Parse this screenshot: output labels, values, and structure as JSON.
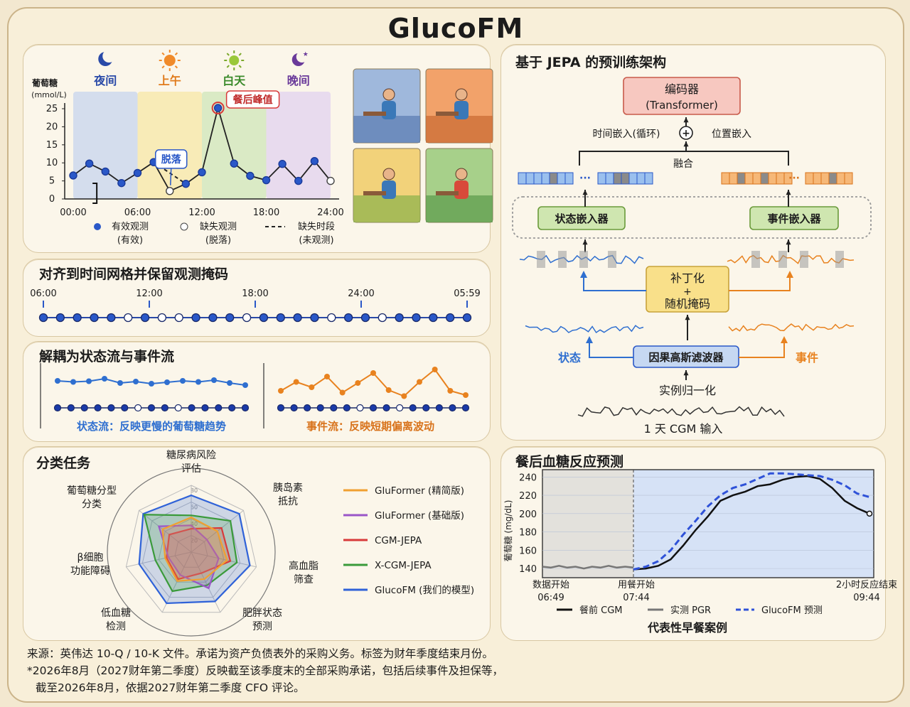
{
  "title": "GlucoFM",
  "panel1": {
    "ylabel_line1": "葡萄糖",
    "ylabel_line2": "(mmol/L)",
    "periods": [
      {
        "label": "夜间",
        "icon": "moon-icon",
        "color": "#2a4aa8"
      },
      {
        "label": "上午",
        "icon": "sunrise-icon",
        "color": "#e07a1a"
      },
      {
        "label": "白天",
        "icon": "sun-icon",
        "color": "#3a8a2a"
      },
      {
        "label": "晚间",
        "icon": "moon-star-icon",
        "color": "#6a3a9a"
      }
    ],
    "yticks": [
      "25",
      "20",
      "15",
      "10",
      "5",
      "0"
    ],
    "xticks": [
      "00:00",
      "06:00",
      "12:00",
      "18:00",
      "24:00"
    ],
    "annotation_peak": "餐后峰值",
    "annotation_drop": "脱落",
    "legend": [
      {
        "line1": "有效观测",
        "line2": "(有效)"
      },
      {
        "line1": "缺失观测",
        "line2": "(脱落)"
      },
      {
        "line1": "缺失时段",
        "line2": "(未观测)"
      }
    ],
    "scenes": [
      "night-eating-scene-icon",
      "breakfast-scene-icon",
      "desk-work-scene-icon",
      "running-scene-icon"
    ]
  },
  "chart_data": {
    "type": "line",
    "x_hours": [
      0,
      1.5,
      3,
      4.5,
      6,
      7.5,
      9,
      10.5,
      12,
      13.5,
      15,
      16.5,
      18,
      19.5,
      21,
      22.5,
      24
    ],
    "glucose": [
      6.5,
      9.8,
      7.6,
      4.4,
      7.2,
      10.2,
      2.2,
      4.2,
      7.4,
      25.2,
      9.8,
      6.4,
      5.2,
      9.7,
      5.0,
      10.5,
      5.0
    ],
    "missing": [
      false,
      false,
      false,
      false,
      false,
      false,
      true,
      false,
      false,
      false,
      false,
      false,
      false,
      false,
      false,
      false,
      true
    ],
    "xlim": [
      0,
      24
    ],
    "ylim": [
      0,
      25
    ]
  },
  "panel2": {
    "title": "对齐到时间网格并保留观测掩码",
    "ticks": [
      "06:00",
      "12:00",
      "18:00",
      "24:00",
      "05:59"
    ],
    "mask": [
      1,
      1,
      1,
      1,
      1,
      0,
      1,
      0,
      0,
      1,
      1,
      1,
      0,
      1,
      1,
      1,
      1,
      0,
      1,
      1,
      0,
      1,
      1,
      1,
      1,
      1
    ]
  },
  "panel3": {
    "title": "解耦为状态流与事件流",
    "state_caption": "状态流：反映更慢的葡萄糖趋势",
    "event_caption": "事件流：反映短期偏离波动",
    "state_color": "#2f6fd0",
    "event_color": "#e8821f",
    "state_values": [
      0.58,
      0.55,
      0.57,
      0.64,
      0.52,
      0.56,
      0.5,
      0.54,
      0.58,
      0.55,
      0.6,
      0.52,
      0.46
    ],
    "event_values": [
      0.3,
      0.55,
      0.4,
      0.7,
      0.25,
      0.52,
      0.8,
      0.32,
      0.15,
      0.55,
      0.9,
      0.3,
      0.18
    ],
    "state_mask": [
      1,
      1,
      1,
      1,
      1,
      1,
      0,
      1,
      1,
      0,
      1,
      1,
      1,
      1,
      1
    ],
    "event_mask": [
      1,
      1,
      1,
      1,
      1,
      1,
      0,
      1,
      1,
      0,
      1,
      1,
      1,
      1,
      1
    ]
  },
  "panel4": {
    "title": "分类任务",
    "axes": [
      {
        "line1": "糖尿病风险",
        "line2": "评估",
        "icon": "people-icon"
      },
      {
        "line1": "胰岛素",
        "line2": "抵抗",
        "icon": "virus-icon"
      },
      {
        "line1": "高血脂",
        "line2": "筛查",
        "icon": "drop-icon"
      },
      {
        "line1": "肥胖状态",
        "line2": "预测",
        "icon": "person-icon"
      },
      {
        "line1": "低血糖",
        "line2": "检测",
        "icon": "warning-icon"
      },
      {
        "line1": "β细胞",
        "line2": "功能障碍",
        "icon": ""
      },
      {
        "line1": "葡萄糖分型",
        "line2": "分类",
        "icon": "cells-icon"
      }
    ],
    "ring_labels": [
      "20",
      "40",
      "60",
      "80"
    ],
    "models": [
      {
        "name": "GluFormer (精简版)",
        "color": "#f0a030",
        "values": [
          0.52,
          0.5,
          0.55,
          0.45,
          0.48,
          0.4,
          0.55
        ]
      },
      {
        "name": "GluFormer (基础版)",
        "color": "#9a55c8",
        "values": [
          0.4,
          0.3,
          0.42,
          0.6,
          0.38,
          0.35,
          0.62
        ]
      },
      {
        "name": "CGM-JEPA",
        "color": "#d83a3a",
        "values": [
          0.35,
          0.58,
          0.6,
          0.35,
          0.45,
          0.38,
          0.42
        ]
      },
      {
        "name": "X-CGM-JEPA",
        "color": "#3a9a3a",
        "values": [
          0.55,
          0.75,
          0.7,
          0.55,
          0.65,
          0.55,
          0.9
        ]
      },
      {
        "name": "GlucoFM (我们的模型)",
        "color": "#2f62d8",
        "values": [
          0.85,
          0.92,
          0.9,
          0.82,
          0.85,
          0.8,
          0.92
        ]
      }
    ]
  },
  "panel5": {
    "title": "基于 JEPA 的预训练架构",
    "encoder_line1": "编码器",
    "encoder_line2": "(Transformer)",
    "time_embed": "时间嵌入(循环)",
    "pos_embed": "位置嵌入",
    "fusion": "融合",
    "state_embedder": "状态嵌入器",
    "event_embedder": "事件嵌入器",
    "patch_line1": "补丁化",
    "patch_line2": "+",
    "patch_line3": "随机掩码",
    "state_label": "状态",
    "event_label": "事件",
    "filter": "因果高斯滤波器",
    "norm": "实例归一化",
    "input": "1 天 CGM 输入",
    "ellipsis": "···"
  },
  "panel6": {
    "title": "餐后血糖反应预测",
    "ylabel": "葡萄糖 (mg/dL)",
    "yticks": [
      "240",
      "220",
      "200",
      "180",
      "160",
      "140"
    ],
    "xlabels": [
      {
        "line1": "数据开始",
        "line2": "06:49"
      },
      {
        "line1": "用餐开始",
        "line2": "07:44"
      },
      {
        "line1": "2小时反应结束",
        "line2": "09:44"
      }
    ],
    "legend": [
      "餐前 CGM",
      "实测 PGR",
      "GlucoFM 预测"
    ],
    "caption": "代表性早餐案例",
    "pre_meal": [
      142,
      141,
      143,
      141,
      142,
      140,
      142,
      141,
      143,
      141,
      142,
      141
    ],
    "measured": [
      139,
      140,
      143,
      150,
      165,
      182,
      197,
      214,
      220,
      224,
      230,
      232,
      237,
      240,
      241,
      238,
      228,
      214,
      206,
      200
    ],
    "predicted": [
      139,
      142,
      148,
      160,
      177,
      192,
      208,
      220,
      228,
      232,
      238,
      244,
      244,
      243,
      242,
      241,
      237,
      231,
      222,
      218
    ]
  },
  "footer": {
    "line1": "来源：英伟达 10-Q / 10-K 文件。承诺为资产负债表外的采购义务。标签为财年季度结束月份。",
    "line2": "*2026年8月（2027财年第二季度）反映截至该季度末的全部采购承诺，包括后续事件及担保等，",
    "line3": "截至2026年8月，依据2027财年第二季度 CFO 评论。"
  }
}
